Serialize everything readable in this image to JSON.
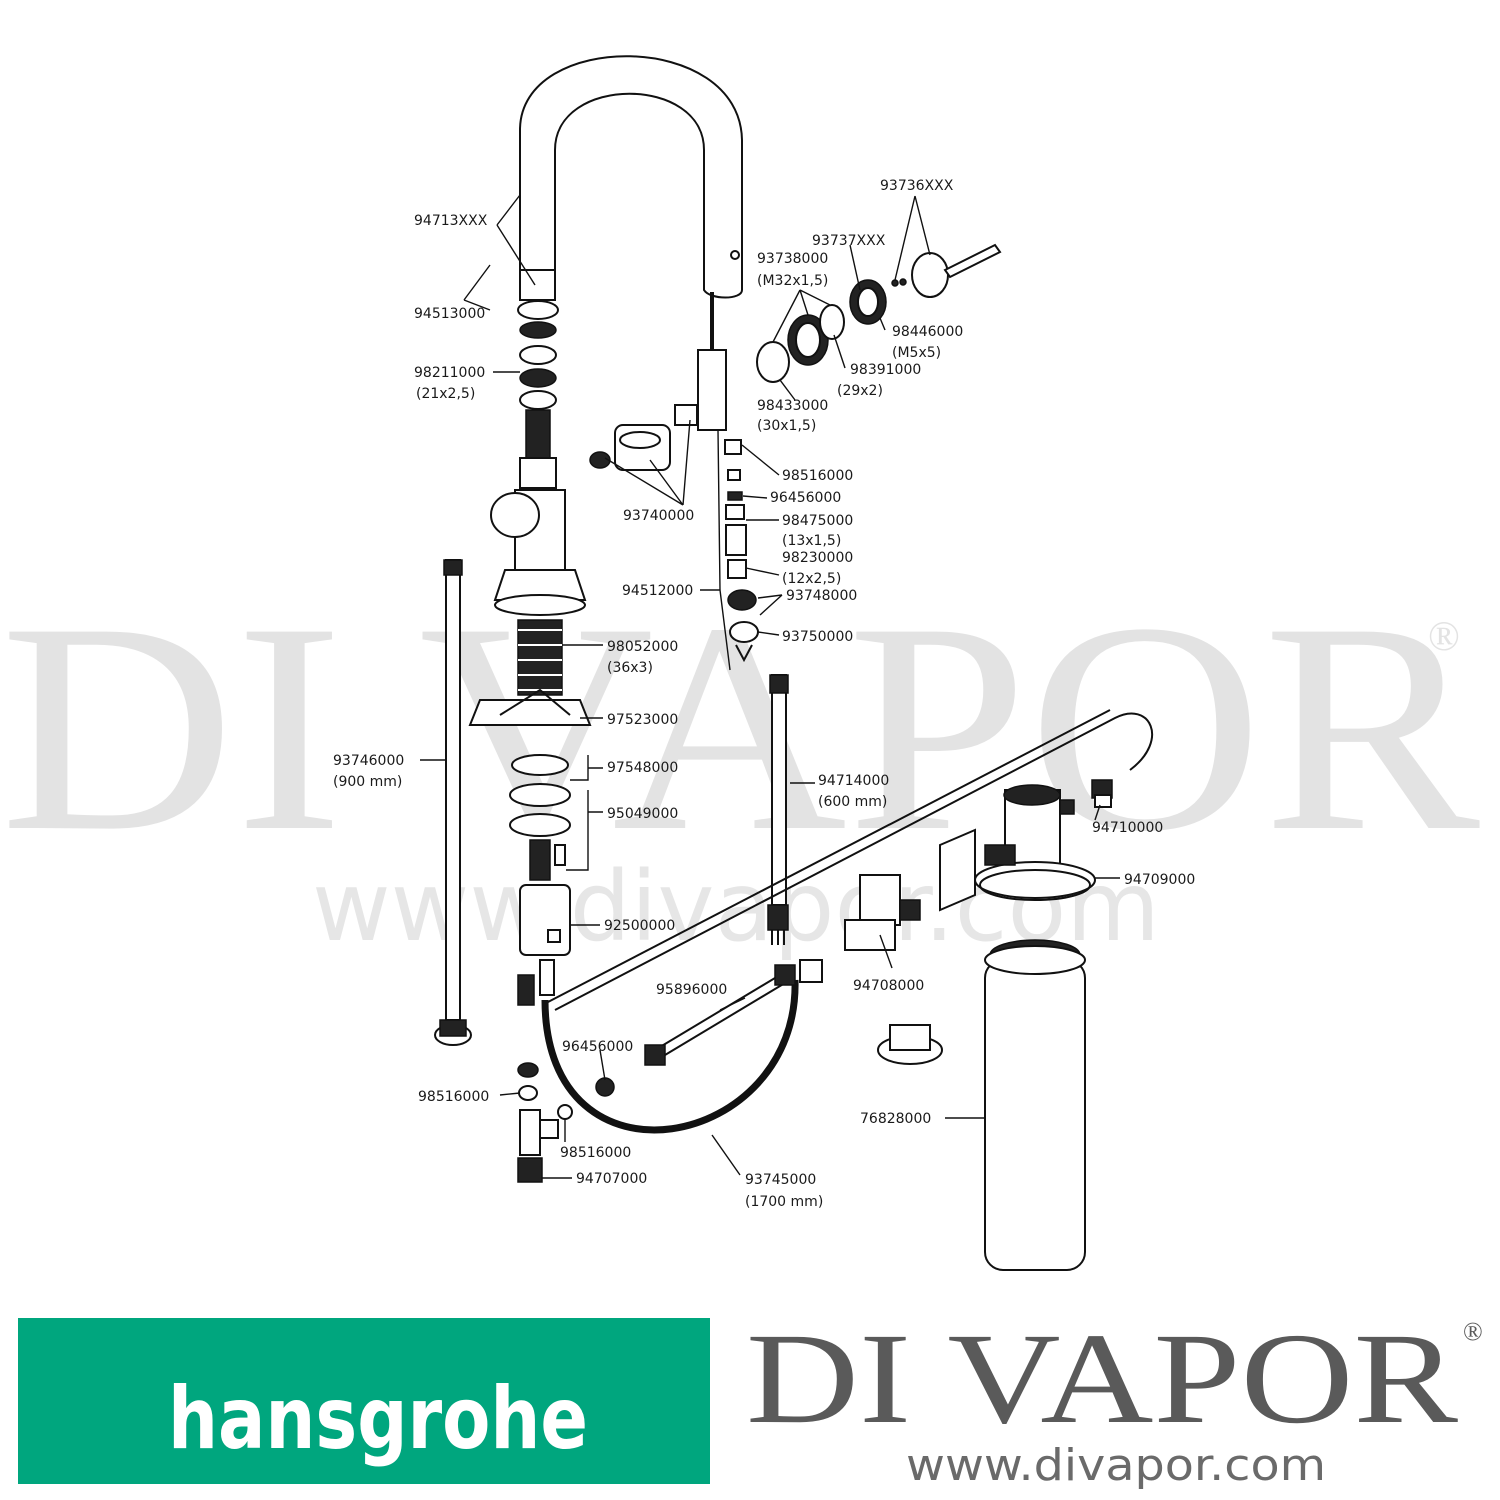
{
  "watermark": {
    "name": "DI VAPOR",
    "registered": "®",
    "url": "www.divapor.com"
  },
  "labels": {
    "l94713": "94713XXX",
    "l94513": "94513000",
    "l98211": "98211000",
    "l98211s": "(21x2,5)",
    "l93736": "93736XXX",
    "l93737": "93737XXX",
    "l93738": "93738000",
    "l93738s": "(M32x1,5)",
    "l98446": "98446000",
    "l98446s": "(M5x5)",
    "l98391": "98391000",
    "l98391s": "(29x2)",
    "l98433": "98433000",
    "l98433s": "(30x1,5)",
    "l93740": "93740000",
    "l98516a": "98516000",
    "l96456a": "96456000",
    "l98475": "98475000",
    "l98475s": "(13x1,5)",
    "l98230": "98230000",
    "l98230s": "(12x2,5)",
    "l94512": "94512000",
    "l93748": "93748000",
    "l93750": "93750000",
    "l98052": "98052000",
    "l98052s": "(36x3)",
    "l97523": "97523000",
    "l97548": "97548000",
    "l95049": "95049000",
    "l93746": "93746000",
    "l93746s": "(900 mm)",
    "l94714": "94714000",
    "l94714s": "(600 mm)",
    "l94710": "94710000",
    "l94709": "94709000",
    "l92500": "92500000",
    "l94708": "94708000",
    "l95896": "95896000",
    "l96456b": "96456000",
    "l98516b": "98516000",
    "l98516c": "98516000",
    "l94707": "94707000",
    "l93745": "93745000",
    "l93745s": "(1700 mm)",
    "l76828": "76828000"
  },
  "footer": {
    "hansgrohe": "hansgrohe",
    "hansgrohe_color": "#00a67e",
    "brand": "DI VAPOR",
    "registered": "®",
    "url": "www.divapor.com"
  }
}
